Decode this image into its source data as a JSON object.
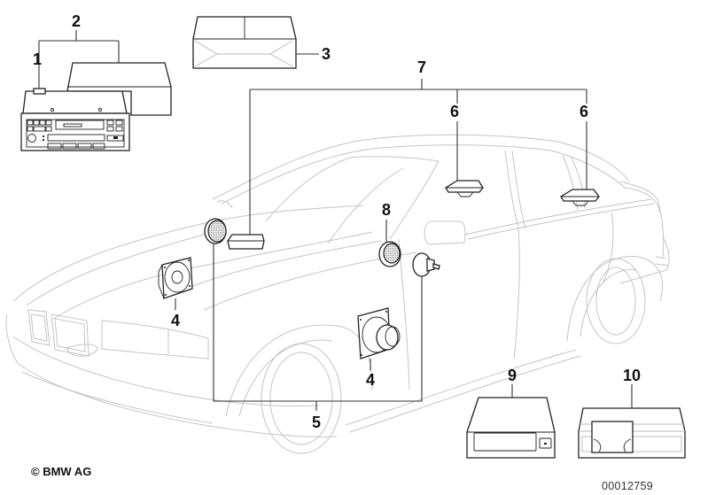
{
  "diagram": {
    "title": "Audio system parts diagram",
    "subject": "BMW 3 Series sedan (E36) outline",
    "callouts": [
      {
        "id": "1",
        "label": "1",
        "part": "radio-head-unit"
      },
      {
        "id": "2",
        "label": "2",
        "part": "radio-and-amplifier-set"
      },
      {
        "id": "3",
        "label": "3",
        "part": "amplifier-module"
      },
      {
        "id": "4a",
        "label": "4",
        "part": "door-loudspeaker-front"
      },
      {
        "id": "4b",
        "label": "4",
        "part": "door-loudspeaker-woofer"
      },
      {
        "id": "5",
        "label": "5",
        "part": "front-speaker-set"
      },
      {
        "id": "6a",
        "label": "6",
        "part": "rear-shelf-speaker-left"
      },
      {
        "id": "6b",
        "label": "6",
        "part": "rear-shelf-speaker-right"
      },
      {
        "id": "7",
        "label": "7",
        "part": "complete-speaker-system"
      },
      {
        "id": "8",
        "label": "8",
        "part": "tweeter-with-grille"
      },
      {
        "id": "9",
        "label": "9",
        "part": "cassette-module"
      },
      {
        "id": "10",
        "label": "10",
        "part": "cd-changer"
      }
    ],
    "colors": {
      "part_stroke": "#222222",
      "car_outline": "#c4c4c4",
      "background": "#ffffff"
    }
  },
  "footer": {
    "copyright": "© BMW AG",
    "document_number": "00012759"
  }
}
